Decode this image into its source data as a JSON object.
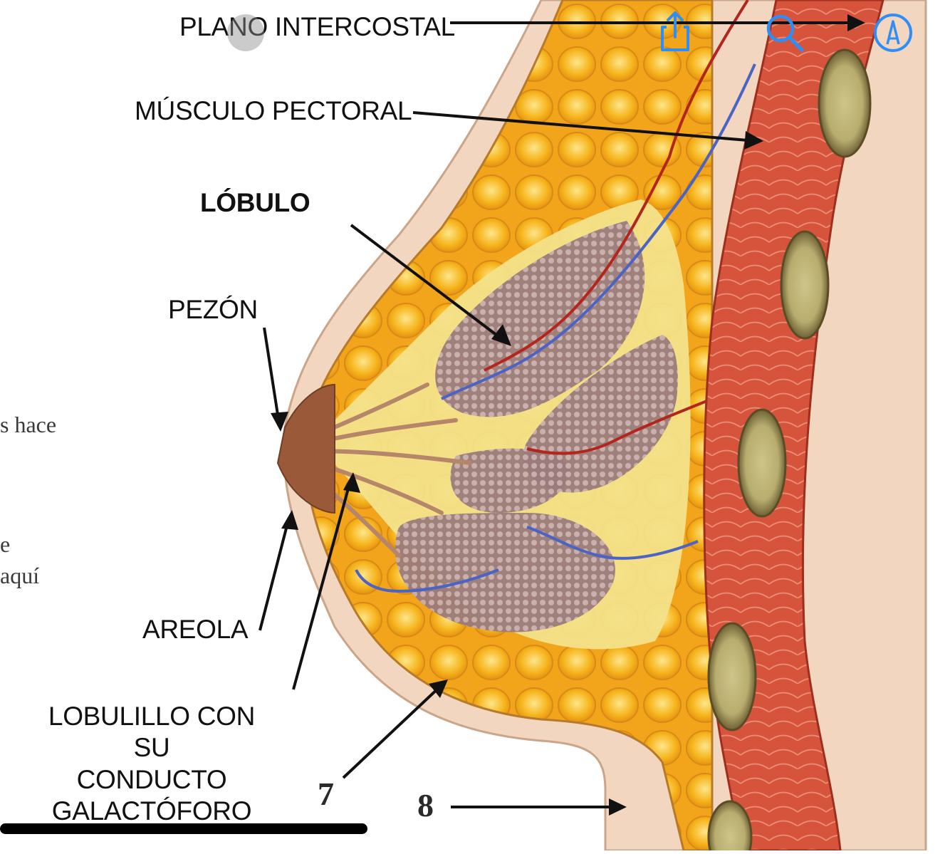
{
  "labels": {
    "plano_intercostal": "PLANO INTERCOSTAL",
    "musculo_pectoral": "MÚSCULO PECTORAL",
    "lobulo": "LÓBULO",
    "pezon": "PEZÓN",
    "areola": "AREOLA",
    "lobulillo_line1": "LOBULILLO CON SU",
    "lobulillo_line2": "CONDUCTO",
    "lobulillo_line3": "GALACTÓFORO",
    "num_7": "7",
    "num_8": "8"
  },
  "background_text": {
    "line1": "s hace",
    "line2": "e",
    "line3": "aquí"
  },
  "toolbar": {
    "share_icon": "share-icon",
    "search_icon": "search-icon",
    "markup_icon": "markup-icon"
  },
  "colors": {
    "toolbar_blue": "#2f8ef5",
    "skin": "#f2d6bf",
    "fat": "#f6b41c",
    "gland": "#a08080",
    "muscle": "#d9553f"
  }
}
